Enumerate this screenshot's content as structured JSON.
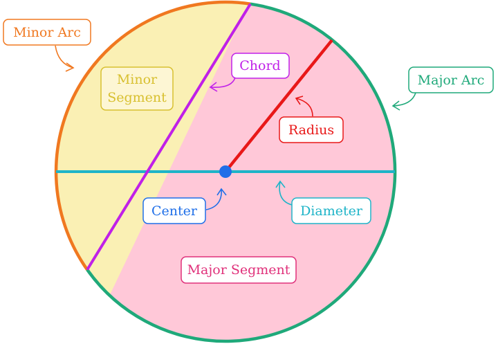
{
  "labels": {
    "minor_arc": "Minor Arc",
    "minor_segment_line1": "Minor",
    "minor_segment_line2": "Segment",
    "chord": "Chord",
    "major_arc": "Major Arc",
    "radius": "Radius",
    "center": "Center",
    "diameter": "Diameter",
    "major_segment": "Major Segment"
  },
  "colors": {
    "minor_arc": "#f07820",
    "major_arc": "#1fa97a",
    "minor_segment_fill": "#faf0b4",
    "major_segment_fill": "#ffc8d8",
    "chord": "#c020e8",
    "radius": "#e81818",
    "diameter": "#1eb4c8",
    "center": "#1f6fe8",
    "minor_segment_label": "#d8c030",
    "major_segment_label": "#e0307a"
  }
}
